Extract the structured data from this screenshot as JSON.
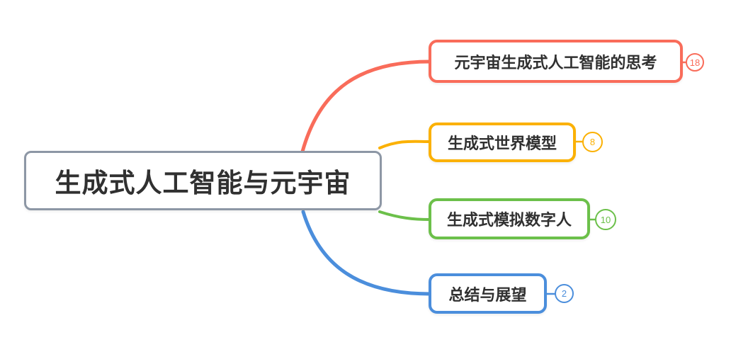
{
  "mindmap": {
    "root": {
      "label": "生成式人工智能与元宇宙",
      "border_color": "#8D97A5"
    },
    "branches": [
      {
        "label": "元宇宙生成式人工智能的思考",
        "count": "18",
        "color": "#F96C5A"
      },
      {
        "label": "生成式世界模型",
        "count": "8",
        "color": "#FBB104"
      },
      {
        "label": "生成式模拟数字人",
        "count": "10",
        "color": "#6CC04A"
      },
      {
        "label": "总结与展望",
        "count": "2",
        "color": "#4B8EDC"
      }
    ],
    "text_color": "#303030",
    "background_color": "#FFFFFF"
  }
}
